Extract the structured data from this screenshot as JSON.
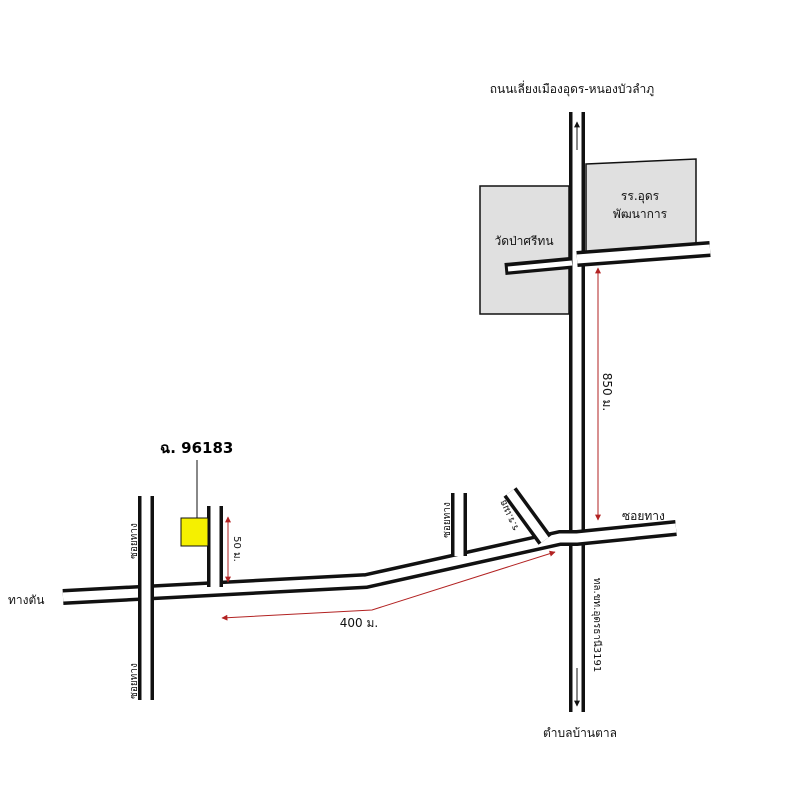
{
  "map": {
    "plot_id": "ฉ. 96183",
    "roads": {
      "top_road": "ถนนเลี่ยงเมืองอุดร-หนองบัวลำภู",
      "bottom_road": "ตำบลบ้านตาล",
      "dead_end": "ทางตัน",
      "soi_right": "ซอยทาง",
      "soi_left_top": "ซอยทาง",
      "soi_left_bottom": "ซอยทาง",
      "soi_mid": "ซอยทาง",
      "soi_diag": "ร.ร.เมธ",
      "highway": "ทล.ขท.อุดรธานี3191"
    },
    "landmarks": {
      "temple": "วัดป่าศรีทน",
      "school_line1": "รร.อุดร",
      "school_line2": "พัฒนาการ"
    },
    "distances": {
      "d850": "850 ม.",
      "d400": "400 ม.",
      "d50": "50 ม."
    },
    "colors": {
      "road_edge": "#111111",
      "road_fill": "#ffffff",
      "building": "#e0e0e0",
      "plot": "#f5f000",
      "dimension": "#b22222"
    }
  }
}
